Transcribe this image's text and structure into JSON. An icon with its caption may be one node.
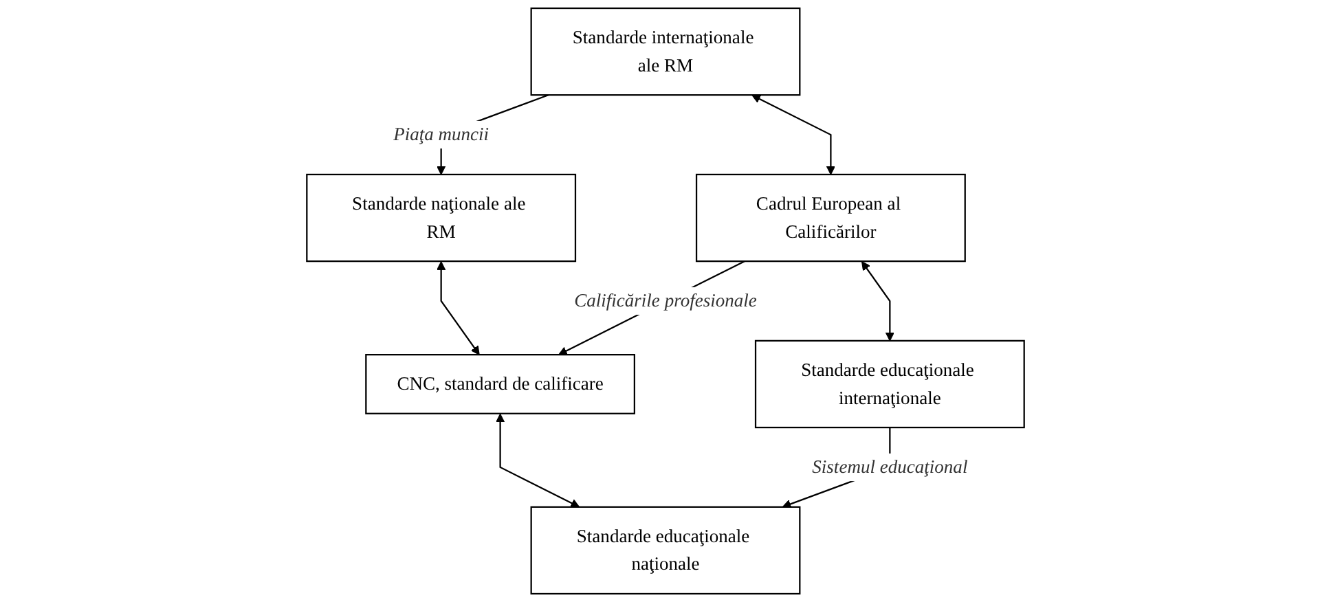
{
  "diagram": {
    "nodes": [
      {
        "text": [
          "Standarde naţionale ale RM"
        ]
      },
      {
        "text": [
          "Standarde internaţionale ale RM"
        ]
      },
      {
        "text": [
          "CNC, standard de calificare"
        ]
      },
      {
        "text": [
          "Cadrul European al Calificărilor"
        ]
      },
      {
        "text": [
          "Standarde educaţionale naţionale"
        ]
      },
      {
        "text": [
          "Standarde educaţionale internaţionale"
        ]
      }
    ],
    "edges": [
      {
        "from": 1,
        "to": 0,
        "arrow": "to",
        "label": "Piaţa muncii"
      },
      {
        "from": 0,
        "to": 2,
        "arrow": "both"
      },
      {
        "from": 1,
        "to": 3,
        "arrow": "both"
      },
      {
        "from": 3,
        "to": 2,
        "arrow": "to",
        "label": "Calificările profesionale"
      },
      {
        "from": 2,
        "to": 4,
        "arrow": "both"
      },
      {
        "from": 3,
        "to": 5,
        "arrow": "both"
      },
      {
        "from": 5,
        "to": 4,
        "arrow": "to",
        "label": "Sistemul educaţional"
      }
    ]
  }
}
